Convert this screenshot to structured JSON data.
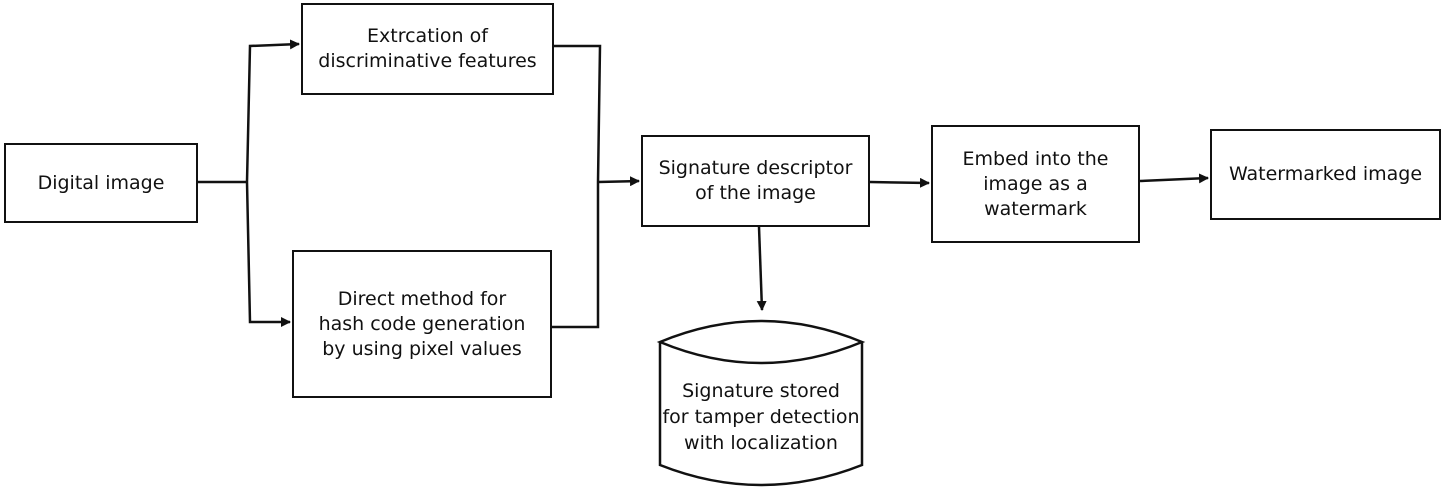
{
  "diagram": {
    "type": "flowchart",
    "nodes": {
      "digital_image": "Digital image",
      "extraction": "Extrcation of\ndiscriminative features",
      "direct_method": "Direct method for\nhash code generation\nby using pixel values",
      "signature_descriptor": "Signature descriptor\nof the image",
      "embed": "Embed into the\nimage as a\nwatermark",
      "watermarked_image": "Watermarked image",
      "signature_stored": "Signature stored\nfor tamper detection\nwith localization"
    },
    "edges": [
      {
        "from": "digital_image",
        "to": "extraction"
      },
      {
        "from": "digital_image",
        "to": "direct_method"
      },
      {
        "from": "extraction",
        "to": "signature_descriptor"
      },
      {
        "from": "direct_method",
        "to": "signature_descriptor"
      },
      {
        "from": "signature_descriptor",
        "to": "embed"
      },
      {
        "from": "signature_descriptor",
        "to": "signature_stored"
      },
      {
        "from": "embed",
        "to": "watermarked_image"
      }
    ],
    "colors": {
      "stroke": "#111111",
      "background": "#ffffff"
    }
  }
}
